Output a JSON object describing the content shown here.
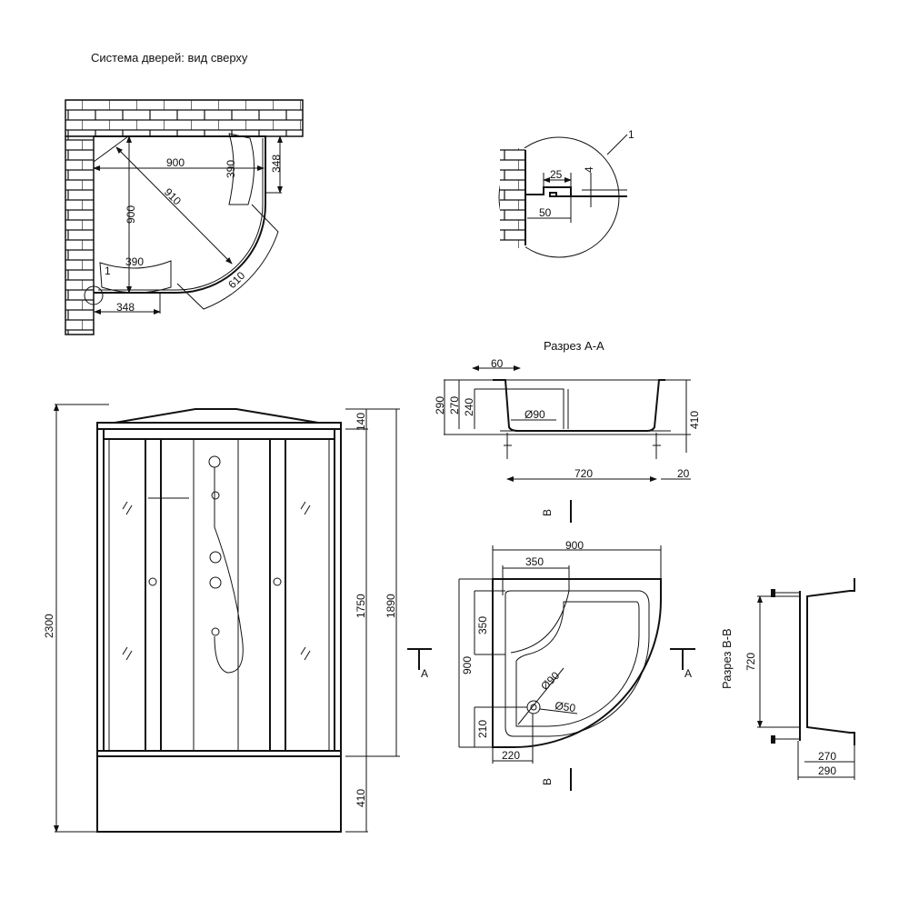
{
  "title": "Система дверей: вид сверху",
  "top_view": {
    "width": "900",
    "depth": "900",
    "diagonal": "910",
    "door_top": "390",
    "door_left": "390",
    "fixed_right": "348",
    "fixed_bottom": "348",
    "arc": "610",
    "callout": "1"
  },
  "detail": {
    "callout": "1",
    "d25": "25",
    "d4": "4",
    "d50": "50"
  },
  "section_aa": {
    "title": "Разрез А-А",
    "d60": "60",
    "d290": "290",
    "d270": "270",
    "d240": "240",
    "d90": "Ø90",
    "d410": "410",
    "d720": "720",
    "d20": "20"
  },
  "front_view": {
    "total_height": "2300",
    "top": "140",
    "doors": "1750",
    "cabin": "1890",
    "base": "410"
  },
  "markers": {
    "a": "A",
    "b": "B"
  },
  "tray_plan": {
    "width": "900",
    "seat_w": "350",
    "depth": "900",
    "seat_h": "350",
    "drain_y": "210",
    "drain_x": "220",
    "d90": "Ø90",
    "d50": "Ø50"
  },
  "section_bb": {
    "title": "Разрез В-В",
    "d720": "720",
    "d270": "270",
    "d290": "290"
  }
}
